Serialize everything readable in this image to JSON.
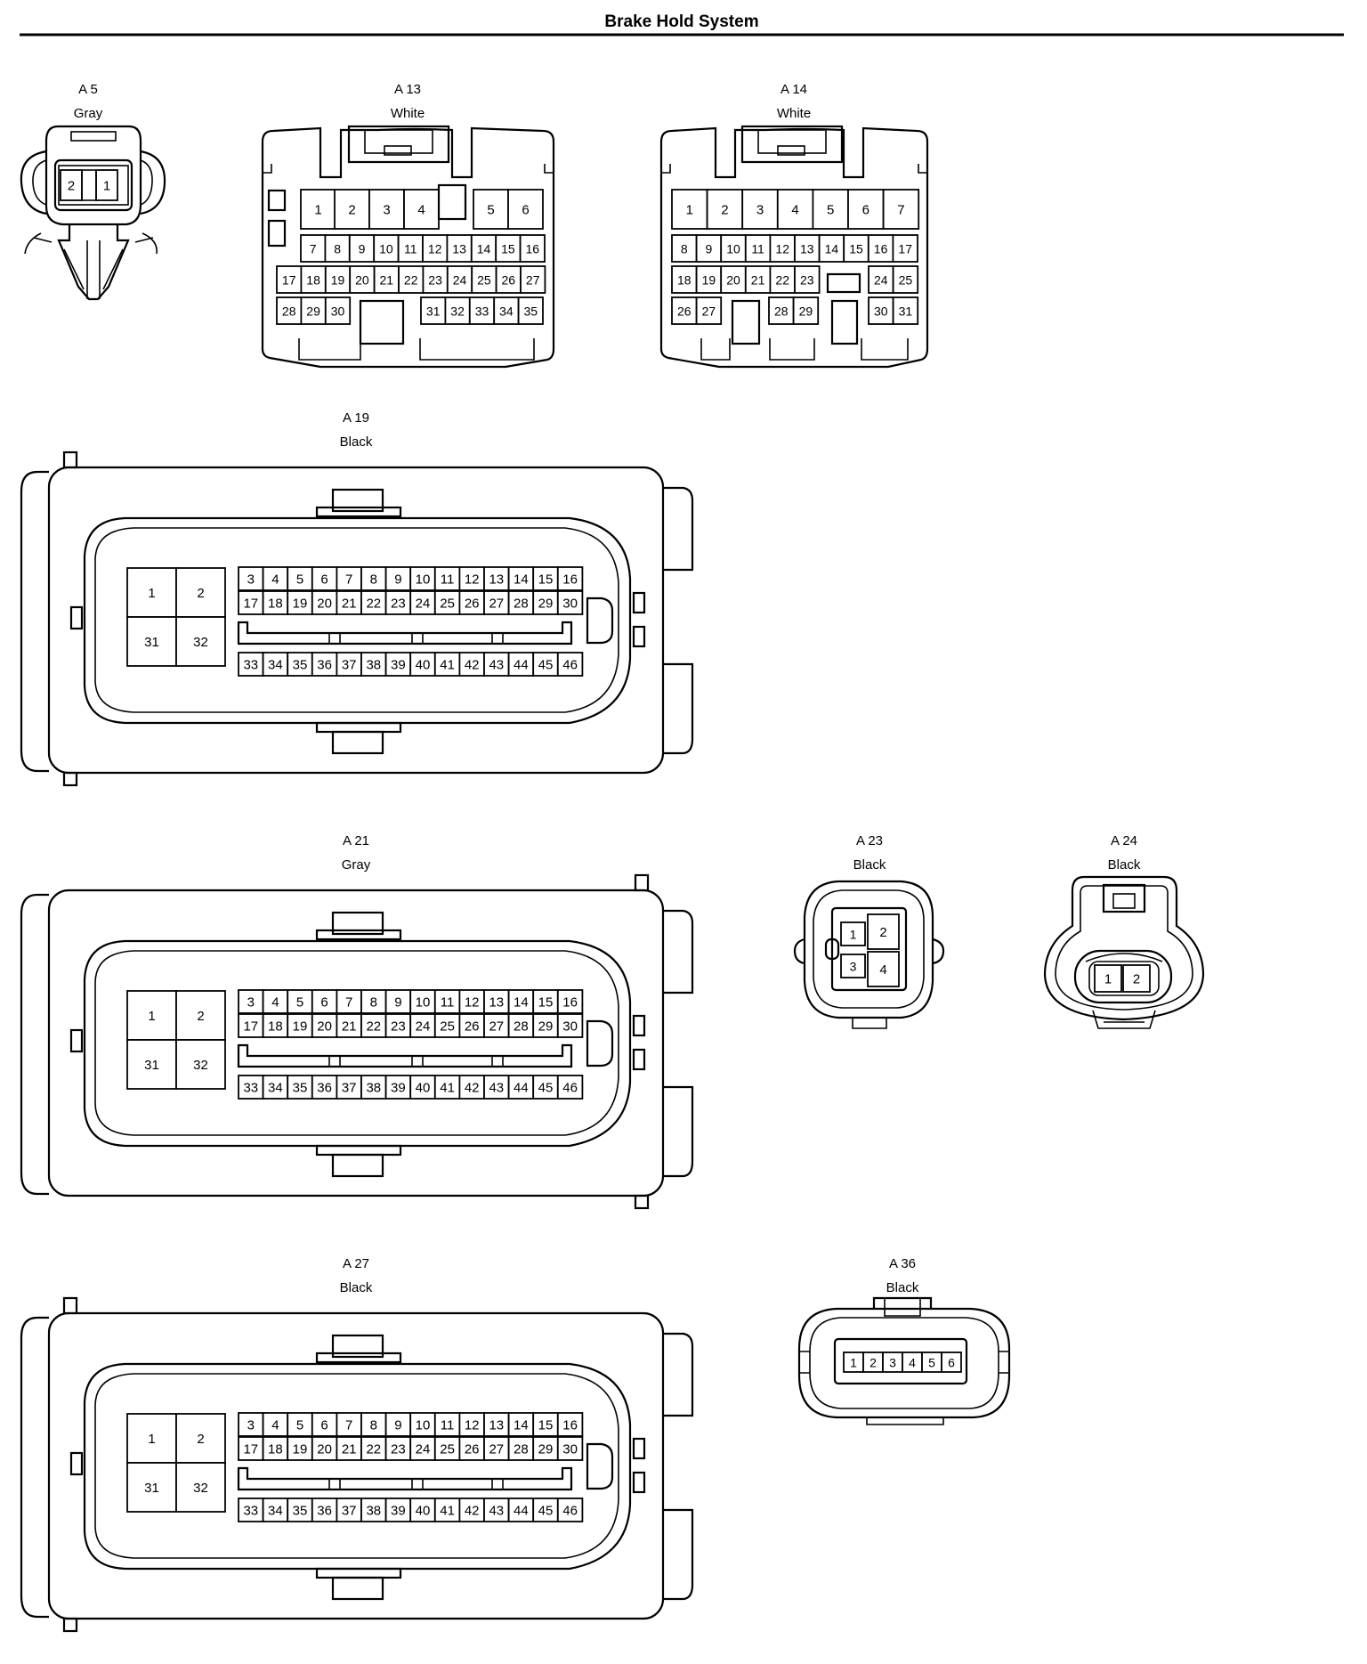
{
  "title": "Brake Hold System",
  "connectors": [
    {
      "id": "A5",
      "name": "A 5",
      "color": "Gray",
      "pins": [
        "2",
        "1"
      ]
    },
    {
      "id": "A13",
      "name": "A 13",
      "color": "White",
      "pins": [
        "1",
        "2",
        "3",
        "4",
        "5",
        "6",
        "7",
        "8",
        "9",
        "10",
        "11",
        "12",
        "13",
        "14",
        "15",
        "16",
        "17",
        "18",
        "19",
        "20",
        "21",
        "22",
        "23",
        "24",
        "25",
        "26",
        "27",
        "28",
        "29",
        "30",
        "31",
        "32",
        "33",
        "34",
        "35"
      ]
    },
    {
      "id": "A14",
      "name": "A 14",
      "color": "White",
      "pins": [
        "1",
        "2",
        "3",
        "4",
        "5",
        "6",
        "7",
        "8",
        "9",
        "10",
        "11",
        "12",
        "13",
        "14",
        "15",
        "16",
        "17",
        "18",
        "19",
        "20",
        "21",
        "22",
        "23",
        "24",
        "25",
        "26",
        "27",
        "28",
        "29",
        "30",
        "31"
      ]
    },
    {
      "id": "A19",
      "name": "A 19",
      "color": "Black",
      "pins": [
        "1",
        "2",
        "31",
        "32",
        "3",
        "4",
        "5",
        "6",
        "7",
        "8",
        "9",
        "10",
        "11",
        "12",
        "13",
        "14",
        "15",
        "16",
        "17",
        "18",
        "19",
        "20",
        "21",
        "22",
        "23",
        "24",
        "25",
        "26",
        "27",
        "28",
        "29",
        "30",
        "33",
        "34",
        "35",
        "36",
        "37",
        "38",
        "39",
        "40",
        "41",
        "42",
        "43",
        "44",
        "45",
        "46"
      ]
    },
    {
      "id": "A21",
      "name": "A 21",
      "color": "Gray",
      "pins": [
        "1",
        "2",
        "31",
        "32",
        "3",
        "4",
        "5",
        "6",
        "7",
        "8",
        "9",
        "10",
        "11",
        "12",
        "13",
        "14",
        "15",
        "16",
        "17",
        "18",
        "19",
        "20",
        "21",
        "22",
        "23",
        "24",
        "25",
        "26",
        "27",
        "28",
        "29",
        "30",
        "33",
        "34",
        "35",
        "36",
        "37",
        "38",
        "39",
        "40",
        "41",
        "42",
        "43",
        "44",
        "45",
        "46"
      ]
    },
    {
      "id": "A23",
      "name": "A 23",
      "color": "Black",
      "pins": [
        "1",
        "2",
        "3",
        "4"
      ]
    },
    {
      "id": "A24",
      "name": "A 24",
      "color": "Black",
      "pins": [
        "1",
        "2"
      ]
    },
    {
      "id": "A27",
      "name": "A 27",
      "color": "Black",
      "pins": [
        "1",
        "2",
        "31",
        "32",
        "3",
        "4",
        "5",
        "6",
        "7",
        "8",
        "9",
        "10",
        "11",
        "12",
        "13",
        "14",
        "15",
        "16",
        "17",
        "18",
        "19",
        "20",
        "21",
        "22",
        "23",
        "24",
        "25",
        "26",
        "27",
        "28",
        "29",
        "30",
        "33",
        "34",
        "35",
        "36",
        "37",
        "38",
        "39",
        "40",
        "41",
        "42",
        "43",
        "44",
        "45",
        "46"
      ]
    },
    {
      "id": "A36",
      "name": "A 36",
      "color": "Black",
      "pins": [
        "1",
        "2",
        "3",
        "4",
        "5",
        "6"
      ]
    }
  ]
}
